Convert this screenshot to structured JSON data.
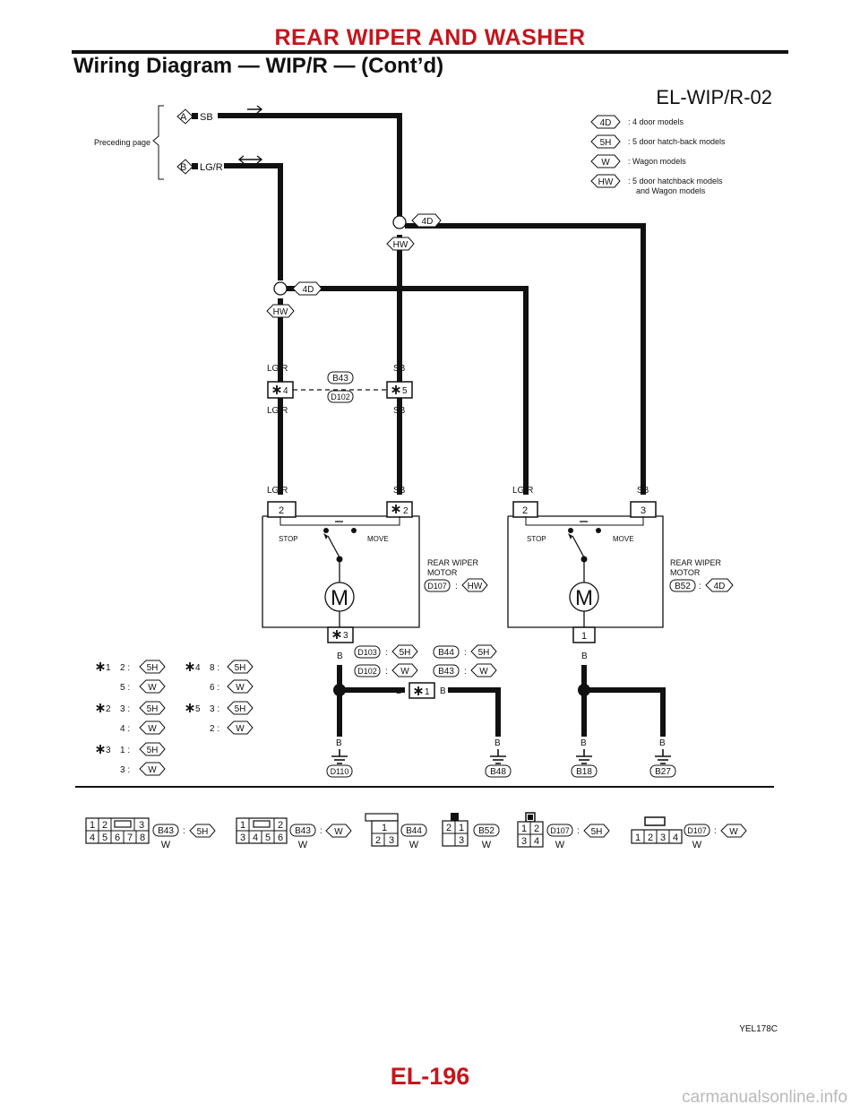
{
  "header": {
    "title": "REAR WIPER AND WASHER",
    "subtitle": "Wiring Diagram — WIP/R — (Cont’d)"
  },
  "page_number": "EL-196",
  "watermark": "carmanualsonline.info",
  "diagram": {
    "id": "EL-WIP/R-02",
    "figure_code": "YEL178C",
    "preceding_label": "Preceding page",
    "inputs": [
      {
        "letter": "A",
        "wire": "SB"
      },
      {
        "letter": "B",
        "wire": "LG/R"
      }
    ],
    "legend": [
      {
        "code": "4D",
        "text": ": 4 door models"
      },
      {
        "code": "5H",
        "text": ": 5 door hatch-back models"
      },
      {
        "code": "W",
        "text": ": Wagon models"
      },
      {
        "code": "HW",
        "text": ": 5 door hatchback models",
        "text2": "and Wagon models"
      }
    ],
    "wire_labels": {
      "sb": "SB",
      "lgr": "LG/R",
      "b": "B"
    },
    "codes": {
      "4d": "4D",
      "hw": "HW",
      "5h": "5H",
      "w": "W"
    },
    "connectors": {
      "b43": "B43",
      "d102": "D102",
      "d103": "D103",
      "b44": "B44",
      "d107": "D107",
      "b52": "B52",
      "d110": "D110",
      "b48": "B48",
      "b18": "B18",
      "b27": "B27"
    },
    "star_pins": {
      "s1": "1",
      "s2": "2",
      "s3": "3",
      "s4": "4",
      "s5": "5"
    },
    "motor_left": {
      "pin_a": "2",
      "pin_b": "2",
      "pin_ground": "3",
      "stop": "STOP",
      "move": "MOVE",
      "label1": "REAR WIPER",
      "label2": "MOTOR",
      "symbol": "M"
    },
    "motor_right": {
      "pin_a": "2",
      "pin_b": "3",
      "pin_ground": "1",
      "stop": "STOP",
      "move": "MOVE",
      "label1": "REAR WIPER",
      "label2": "MOTOR",
      "symbol": "M"
    },
    "footnote_table": [
      {
        "star": "1",
        "rows": [
          {
            "pin": "2 :",
            "code": "5H"
          },
          {
            "pin": "5 :",
            "code": "W"
          }
        ]
      },
      {
        "star": "2",
        "rows": [
          {
            "pin": "3 :",
            "code": "5H"
          },
          {
            "pin": "4 :",
            "code": "W"
          }
        ]
      },
      {
        "star": "3",
        "rows": [
          {
            "pin": "1 :",
            "code": "5H"
          },
          {
            "pin": "3 :",
            "code": "W"
          }
        ]
      },
      {
        "star": "4",
        "rows": [
          {
            "pin": "8 :",
            "code": "5H"
          },
          {
            "pin": "6 :",
            "code": "W"
          }
        ]
      },
      {
        "star": "5",
        "rows": [
          {
            "pin": "3 :",
            "code": "5H"
          },
          {
            "pin": "2 :",
            "code": "W"
          }
        ]
      }
    ],
    "conn_faces": [
      {
        "cells": [
          "1",
          "2",
          "3",
          "4",
          "5",
          "6",
          "7",
          "8"
        ],
        "id": "B43",
        "variant": "5H",
        "color": "W"
      },
      {
        "cells": [
          "1",
          "2",
          "3",
          "4",
          "5",
          "6"
        ],
        "id": "B43",
        "variant": "W",
        "color": "W"
      },
      {
        "cells": [
          "1",
          "2",
          "3"
        ],
        "id": "B44",
        "color": "W"
      },
      {
        "cells": [
          "2",
          "1",
          "3"
        ],
        "id": "B52",
        "color": "W"
      },
      {
        "cells": [
          "1",
          "2",
          "3",
          "4"
        ],
        "id": "D107",
        "variant": "5H",
        "color": "W"
      },
      {
        "cells": [
          "1",
          "2",
          "3",
          "4"
        ],
        "id": "D107",
        "variant": "W",
        "color": "W"
      }
    ],
    "colon": ":"
  }
}
